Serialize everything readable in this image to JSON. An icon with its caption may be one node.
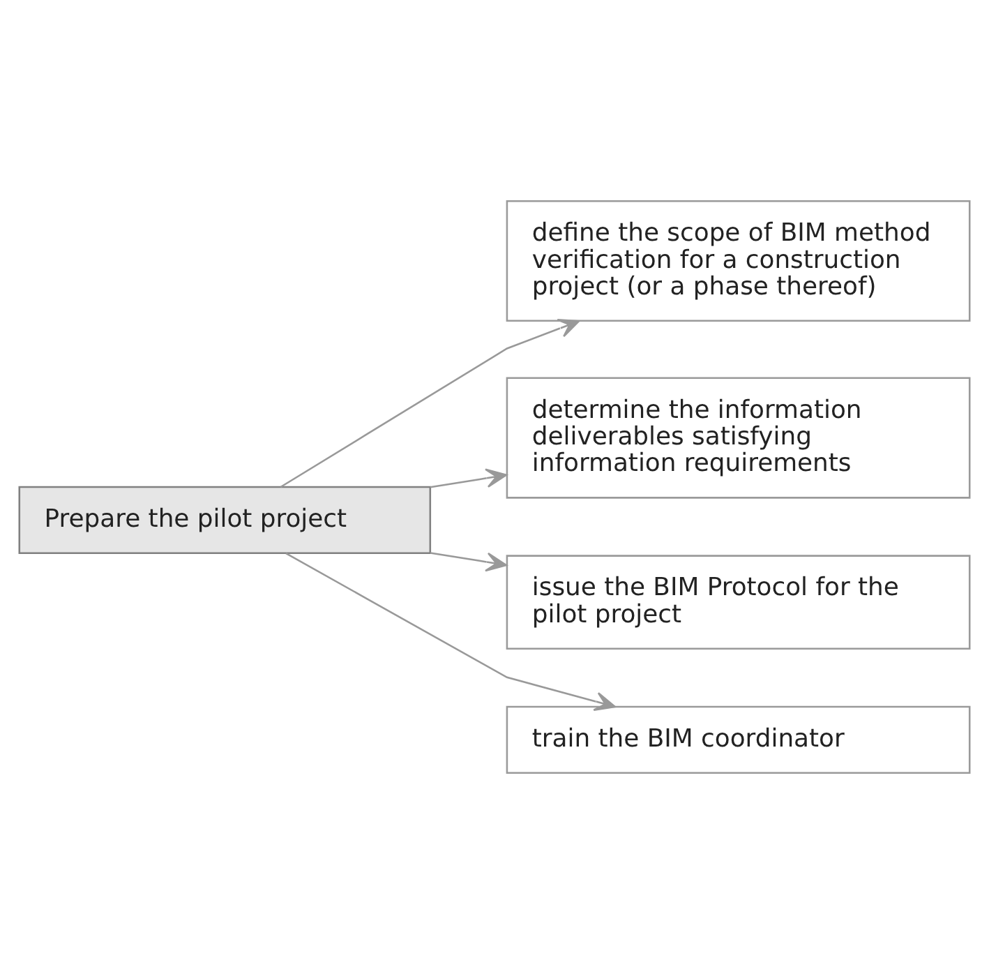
{
  "diagram": {
    "nodes": [
      {
        "text": [
          "Prepare the pilot project"
        ]
      },
      {
        "text": [
          "define the scope of BIM method verification for a construction project (or a phase thereof)"
        ]
      },
      {
        "text": [
          "determine the information deliverables satisfying information requirements"
        ]
      },
      {
        "text": [
          "issue the BIM Protocol for the pilot project"
        ]
      },
      {
        "text": [
          "train the BIM coordinator"
        ]
      }
    ],
    "edges": [
      {
        "from": 0,
        "to": 1,
        "arrow": "to"
      },
      {
        "from": 0,
        "to": 2,
        "arrow": "to"
      },
      {
        "from": 0,
        "to": 3,
        "arrow": "to"
      },
      {
        "from": 0,
        "to": 4,
        "arrow": "to"
      }
    ]
  }
}
